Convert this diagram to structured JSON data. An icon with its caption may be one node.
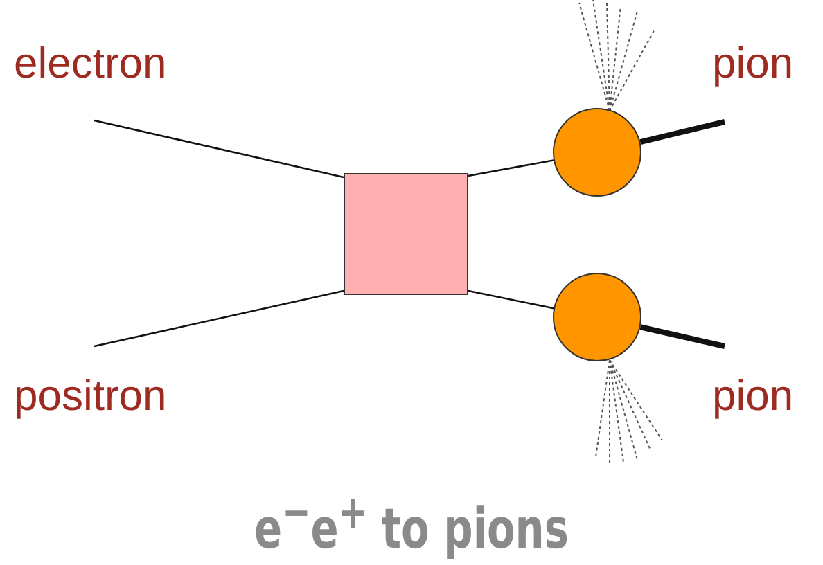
{
  "diagram": {
    "title": "e$^{−}$e$^{+}$ to pions",
    "nodes": [
      {
        "text": [],
        "shape": "box"
      },
      {
        "text": [],
        "shape": "circle"
      },
      {
        "text": [],
        "shape": "circle"
      }
    ],
    "edges": [
      {
        "from": null,
        "to": 0,
        "arrow": "none"
      },
      {
        "from": null,
        "to": 0,
        "arrow": "none"
      },
      {
        "from": 0,
        "to": 1,
        "arrow": "none"
      },
      {
        "from": 0,
        "to": 2,
        "arrow": "none"
      },
      {
        "from": 1,
        "to": null,
        "arrow": "none",
        "style": "thick"
      },
      {
        "from": 2,
        "to": null,
        "arrow": "none",
        "style": "thick"
      }
    ],
    "labels": [
      "electron",
      "positron",
      "pion",
      "pion"
    ]
  }
}
